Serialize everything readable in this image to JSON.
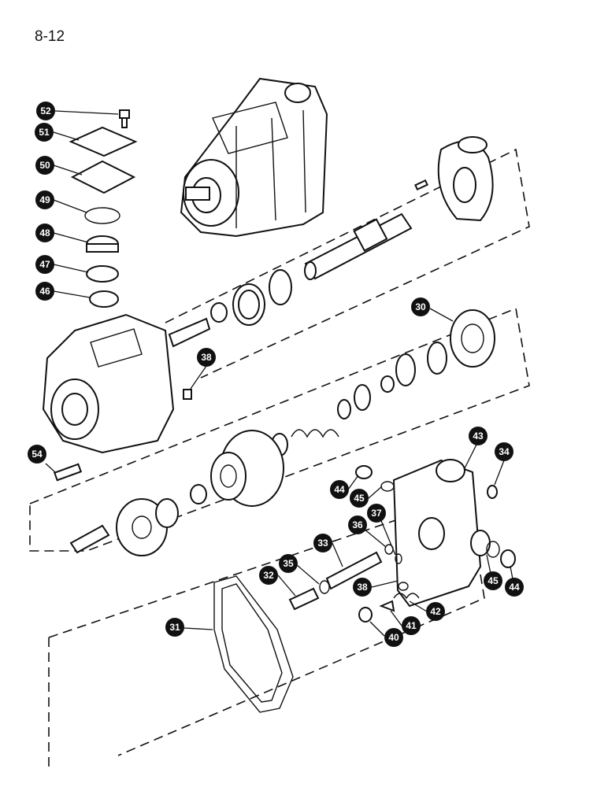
{
  "page": {
    "number": "8-12"
  },
  "callouts": [
    {
      "id": "c52",
      "label": "52"
    },
    {
      "id": "c51",
      "label": "51"
    },
    {
      "id": "c50",
      "label": "50"
    },
    {
      "id": "c49",
      "label": "49"
    },
    {
      "id": "c48",
      "label": "48"
    },
    {
      "id": "c47",
      "label": "47"
    },
    {
      "id": "c46",
      "label": "46"
    },
    {
      "id": "c38a",
      "label": "38"
    },
    {
      "id": "c30",
      "label": "30"
    },
    {
      "id": "c54",
      "label": "54"
    },
    {
      "id": "c43",
      "label": "43"
    },
    {
      "id": "c34",
      "label": "34"
    },
    {
      "id": "c44a",
      "label": "44"
    },
    {
      "id": "c45a",
      "label": "45"
    },
    {
      "id": "c36",
      "label": "36"
    },
    {
      "id": "c37",
      "label": "37"
    },
    {
      "id": "c33",
      "label": "33"
    },
    {
      "id": "c35",
      "label": "35"
    },
    {
      "id": "c32",
      "label": "32"
    },
    {
      "id": "c38b",
      "label": "38"
    },
    {
      "id": "c45b",
      "label": "45"
    },
    {
      "id": "c44b",
      "label": "44"
    },
    {
      "id": "c42",
      "label": "42"
    },
    {
      "id": "c41",
      "label": "41"
    },
    {
      "id": "c40",
      "label": "40"
    },
    {
      "id": "c31",
      "label": "31"
    }
  ]
}
